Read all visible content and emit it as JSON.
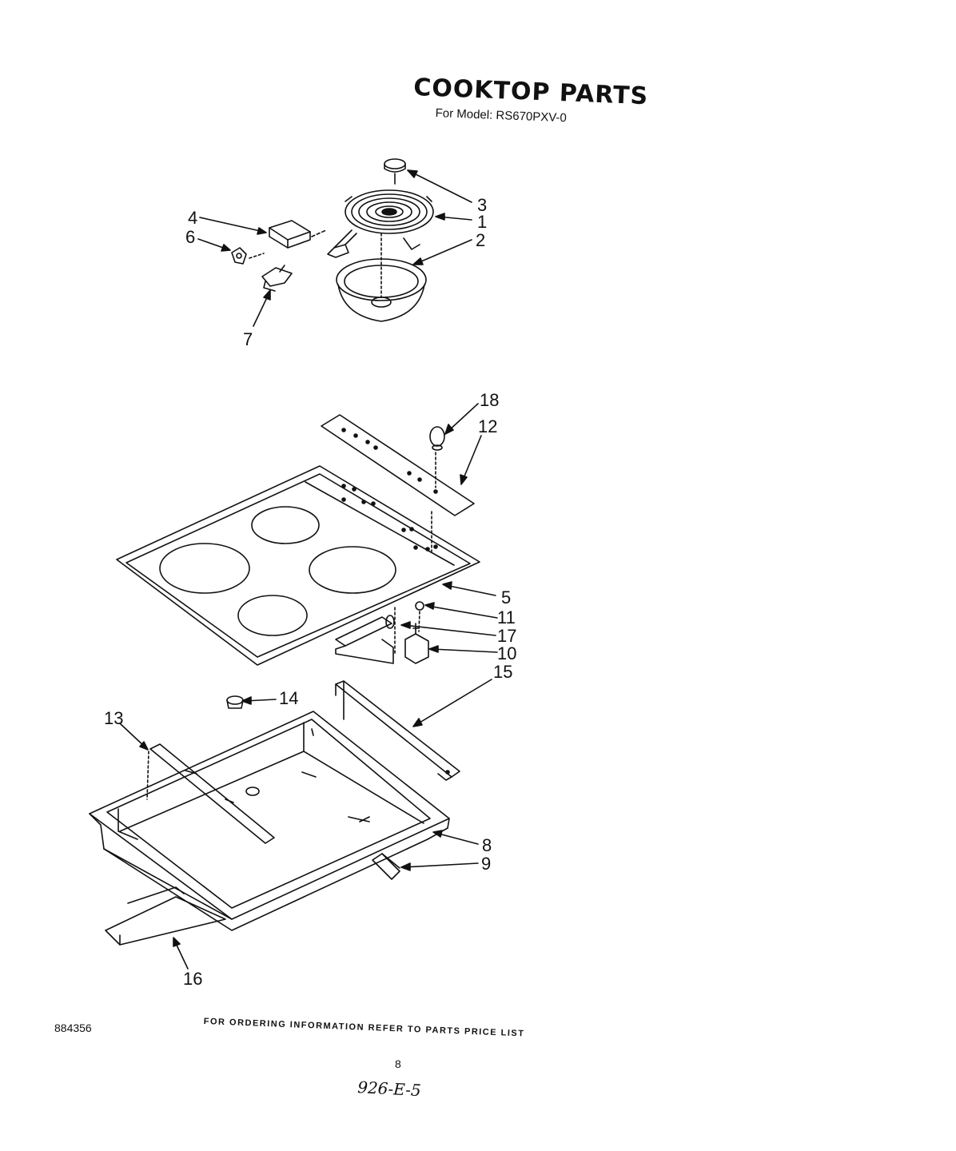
{
  "header": {
    "title": "COOKTOP PARTS",
    "model_label": "For Model: RS670PXV-0"
  },
  "callouts": {
    "c1": "1",
    "c2": "2",
    "c3": "3",
    "c4": "4",
    "c5": "5",
    "c6": "6",
    "c7": "7",
    "c8": "8",
    "c9": "9",
    "c10": "10",
    "c11": "11",
    "c12": "12",
    "c13": "13",
    "c14": "14",
    "c15": "15",
    "c16": "16",
    "c17": "17",
    "c18": "18"
  },
  "footer": {
    "doc_number": "884356",
    "ordering_note": "FOR ORDERING INFORMATION REFER TO PARTS PRICE LIST",
    "page_number": "8",
    "handwritten_note": "926-E-5"
  },
  "style": {
    "ink": "#111111",
    "paper": "#ffffff"
  }
}
